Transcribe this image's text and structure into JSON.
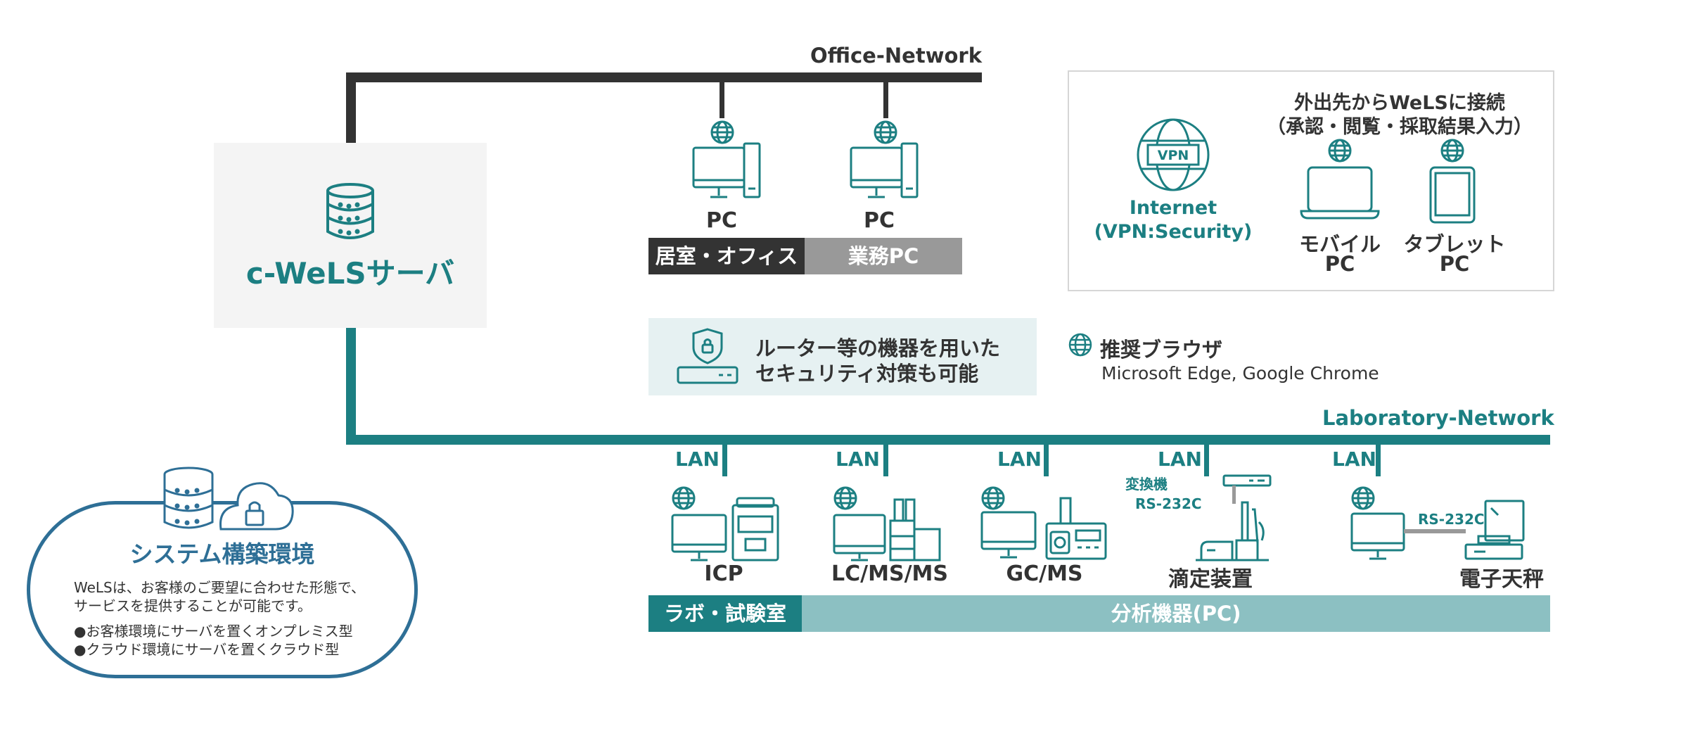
{
  "office_network": {
    "label": "Office-Network"
  },
  "server": {
    "label": "c-WeLSサーバ",
    "icon": "database-server-icon"
  },
  "office_pcs": [
    {
      "label": "PC",
      "icon": "desktop-pc-icon"
    },
    {
      "label": "PC",
      "icon": "desktop-pc-icon"
    }
  ],
  "office_bar": {
    "left": "居室・オフィス",
    "right": "業務PC"
  },
  "remote": {
    "title_line1": "外出先からWeLSに接続",
    "title_line2": "（承認・閲覧・採取結果入力）",
    "vpn_badge": "VPN",
    "internet_line1": "Internet",
    "internet_line2": "(VPN:Security)",
    "devices": [
      {
        "line1": "モバイル",
        "line2": "PC",
        "icon": "laptop-icon"
      },
      {
        "line1": "タブレット",
        "line2": "PC",
        "icon": "tablet-icon"
      }
    ]
  },
  "router_note": {
    "line1": "ルーター等の機器を用いた",
    "line2": "セキュリティ対策も可能",
    "icon": "router-shield-icon"
  },
  "browser": {
    "title": "推奨ブラウザ",
    "list": "Microsoft Edge,  Google Chrome",
    "icon": "globe-icon"
  },
  "lab_network": {
    "label": "Laboratory-Network"
  },
  "lan_label": "LAN",
  "lab_devices": [
    {
      "label": "ICP"
    },
    {
      "label": "LC/MS/MS"
    },
    {
      "label": "GC/MS"
    },
    {
      "label": "滴定装置",
      "converter": "変換機",
      "rs": "RS-232C"
    },
    {
      "label": "電子天秤",
      "rs": "RS-232C"
    }
  ],
  "lab_bar": {
    "left": "ラボ・試験室",
    "right": "分析機器(PC)"
  },
  "system": {
    "title": "システム構築環境",
    "desc_line1": "WeLSは、お客様のご要望に合わせた形態で、",
    "desc_line2": "サービスを提供することが可能です。",
    "bullet1": "●お客様環境にサーバを置くオンプレミス型",
    "bullet2": "●クラウド環境にサーバを置くクラウド型"
  },
  "colors": {
    "teal": "#1c7f82",
    "dark": "#333333",
    "gray": "#999999",
    "light_teal": "#8cc0c2",
    "panel": "#f4f4f4",
    "note_bg": "#e6f1f2",
    "cloud_border": "#2e6f96"
  }
}
